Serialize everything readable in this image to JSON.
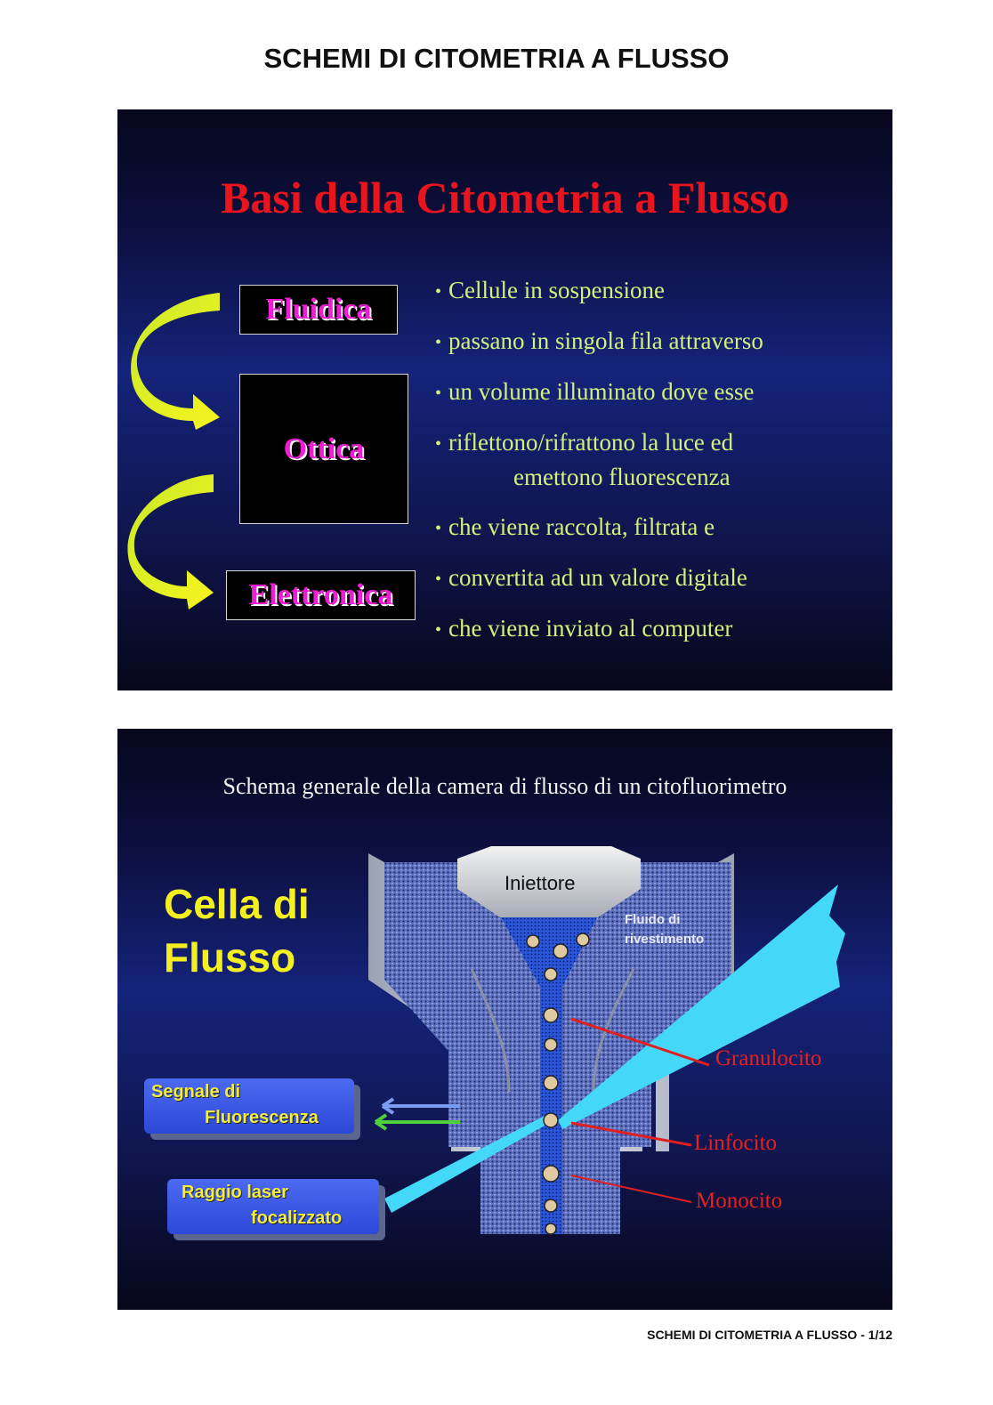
{
  "page": {
    "title": "SCHEMI DI CITOMETRIA A FLUSSO",
    "footer": "SCHEMI DI CITOMETRIA A FLUSSO - 1/12"
  },
  "slide1": {
    "title": "Basi della Citometria a Flusso",
    "boxes": {
      "fluidica": "Fluidica",
      "ottica": "Ottica",
      "elettronica": "Elettronica"
    },
    "bullets": [
      "Cellule in sospensione",
      "passano in singola fila attraverso",
      "un volume illuminato dove esse",
      "riflettono/rifrattono la luce ed",
      "che viene raccolta, filtrata e",
      "convertita ad un valore digitale",
      "che viene inviato al computer"
    ],
    "bullet_continuation": "emettono fluorescenza",
    "colors": {
      "title": "#e8141e",
      "box_text": "#ef1ed6",
      "bullets": "#d4f07c",
      "arrow": "#f0f020"
    }
  },
  "slide2": {
    "title": "Schema generale della camera di flusso di un citofluorimetro",
    "cella_line1": "Cella di",
    "cella_line2": "Flusso",
    "injector": "Iniettore",
    "sheath_line1": "Fluido di",
    "sheath_line2": "rivestimento",
    "signal_line1": "Segnale di",
    "signal_line2": "Fluorescenza",
    "laser_line1": "Raggio laser",
    "laser_line2": "focalizzato",
    "cells": {
      "granulocito": "Granulocito",
      "linfocito": "Linfocito",
      "monocito": "Monocito"
    },
    "colors": {
      "cella": "#f4f020",
      "cell_labels": "#e8201e",
      "laser": "#44d8f8",
      "callout": "#3c5ae8"
    }
  }
}
